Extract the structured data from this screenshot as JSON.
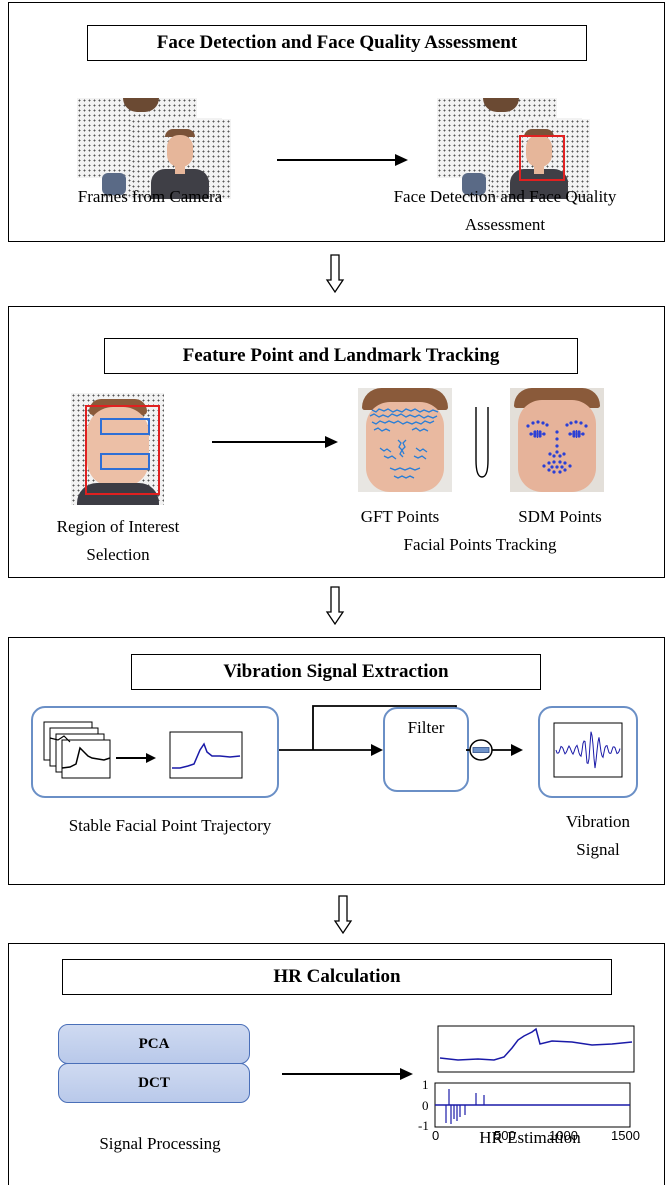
{
  "section1": {
    "title": "Face Detection and Face Quality Assessment",
    "left_caption": "Frames from Camera",
    "right_caption_line1": "Face Detection and Face Quality",
    "right_caption_line2": "Assessment"
  },
  "section2": {
    "title": "Feature Point and Landmark Tracking",
    "roi_caption_line1": "Region of Interest",
    "roi_caption_line2": "Selection",
    "gft_caption": "GFT Points",
    "sdm_caption": "SDM Points",
    "tracking_caption": "Facial Points Tracking"
  },
  "section3": {
    "title": "Vibration Signal Extraction",
    "filter_label": "Filter",
    "trajectory_caption": "Stable Facial Point Trajectory",
    "vibration_caption_line1": "Vibration",
    "vibration_caption_line2": "Signal"
  },
  "section4": {
    "title": "HR Calculation",
    "pca_label": "PCA",
    "dct_label": "DCT",
    "processing_caption": "Signal Processing",
    "estimation_caption": "HR Estimation",
    "plot_y_ticks": [
      "1",
      "0",
      "-1"
    ],
    "plot_x_ticks": [
      "0",
      "500",
      "1000",
      "1500"
    ]
  },
  "colors": {
    "signal_blue": "#1a1aa8",
    "detection_red": "#e02020",
    "roi_blue": "#2f6fd6",
    "pill_fill": "#c4d2ee",
    "rounded_box_border": "#6a8fc6"
  }
}
